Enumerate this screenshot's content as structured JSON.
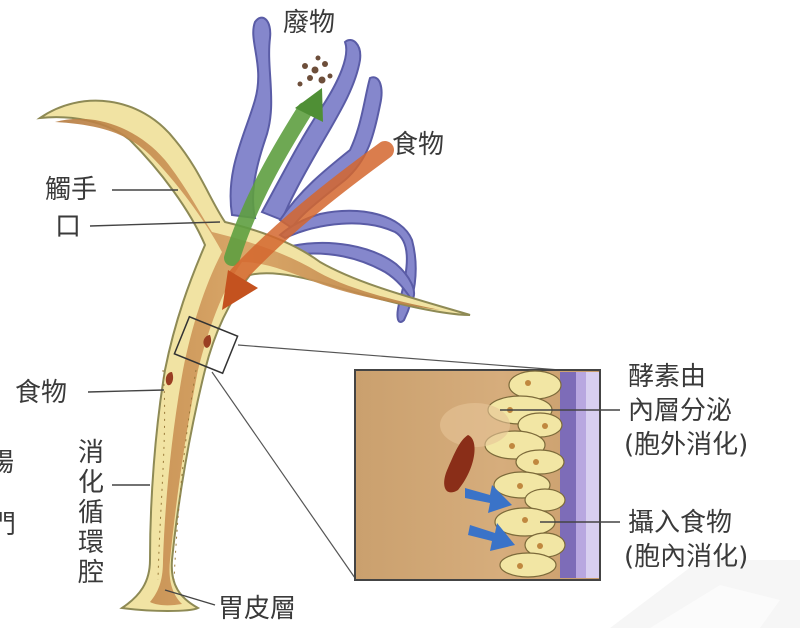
{
  "labels": {
    "waste": "廢物",
    "food_in": "食物",
    "tentacle": "觸手",
    "mouth": "口",
    "food_body": "食物",
    "cavity_chars": [
      "消",
      "化",
      "循",
      "環",
      "腔"
    ],
    "gastrodermis": "胃皮層",
    "enzyme_line1": "酵素由",
    "enzyme_line2": "內層分泌",
    "enzyme_line3": "(胞外消化)",
    "ingest_line1": "攝入食物",
    "ingest_line2": "(胞內消化)",
    "edge_char_1": "腸",
    "edge_char_2": "門"
  },
  "colors": {
    "tentacle_blue": "#7d7fc6",
    "body_yellow": "#efe0a0",
    "cavity_tan": "#c48a4c",
    "arrow_green": "#5e9e40",
    "arrow_orange": "#cc5a2a",
    "arrow_blue": "#3a73c8",
    "inset_bg": "#c9a070",
    "cell_yellow": "#f2e6a4",
    "membrane_purple": "#8d7cc4"
  }
}
